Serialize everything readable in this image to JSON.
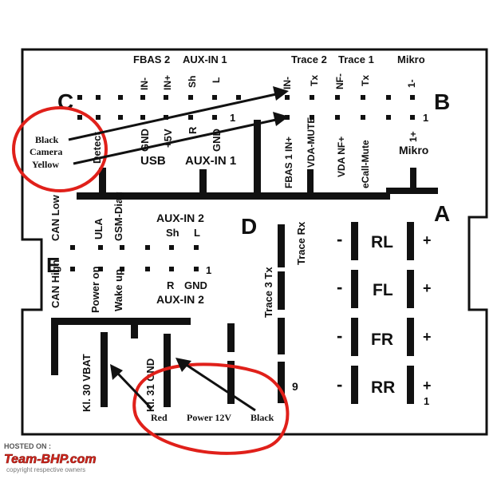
{
  "sections": {
    "a": "A",
    "b": "B",
    "c": "C",
    "d": "D",
    "e": "E"
  },
  "top_left": {
    "fbas2": "FBAS 2",
    "auxin1_top": "AUX-IN 1",
    "in_minus": "IN-",
    "in_plus": "IN+",
    "sh": "Sh",
    "l": "L",
    "one": "1",
    "detect": "Detect",
    "gnd1": "GND",
    "plus5v": "+5V",
    "r": "R",
    "gnd2": "GND",
    "usb": "USB",
    "auxin1_bottom": "AUX-IN 1"
  },
  "top_right": {
    "trace2": "Trace 2",
    "trace1": "Trace 1",
    "mikro": "Mikro",
    "in_minus": "IN-",
    "tx1": "Tx",
    "nf_minus": "NF-",
    "tx2": "Tx",
    "one_minus": "1-",
    "one": "1",
    "fbas1": "FBAS 1 IN+",
    "vda_mute": "VDA-MUTE",
    "vda_nf": "VDA NF+",
    "ecall": "eCall-Mute",
    "one_plus": "1+",
    "mikro_bottom": "Mikro"
  },
  "section_e": {
    "can_low": "CAN Low",
    "ula": "ULA",
    "gsm": "GSM-Diag",
    "auxin2_top": "AUX-IN 2",
    "sh": "Sh",
    "l": "L",
    "one": "1",
    "can_high": "CAN High",
    "power_on": "Power on",
    "wake_up": "Wake up",
    "r": "R",
    "gnd": "GND",
    "auxin2_bottom": "AUX-IN 2"
  },
  "section_d": {
    "trace_rx": "Trace Rx",
    "trace3": "Trace 3 Tx",
    "nine": "9"
  },
  "section_a": {
    "rows": [
      {
        "minus": "-",
        "name": "RL",
        "plus": "+"
      },
      {
        "minus": "-",
        "name": "FL",
        "plus": "+"
      },
      {
        "minus": "-",
        "name": "FR",
        "plus": "+"
      },
      {
        "minus": "-",
        "name": "RR",
        "plus": "+"
      }
    ],
    "one": "1"
  },
  "power": {
    "vbat": "Kl. 30 VBAT",
    "gnd31": "Kl. 31 GND"
  },
  "annotations": {
    "camera": {
      "line1": "Black",
      "line2": "Camera",
      "line3": "Yellow"
    },
    "power": {
      "red": "Red",
      "power12": "Power 12V",
      "black": "Black"
    }
  },
  "watermark": {
    "hosted": "HOSTED ON :",
    "brand": "Team-BHP.com",
    "copyright": "copyright respective owners"
  },
  "colors": {
    "ink": "#111111",
    "annotation": "#e0201a",
    "watermark_red": "#d8261c"
  }
}
